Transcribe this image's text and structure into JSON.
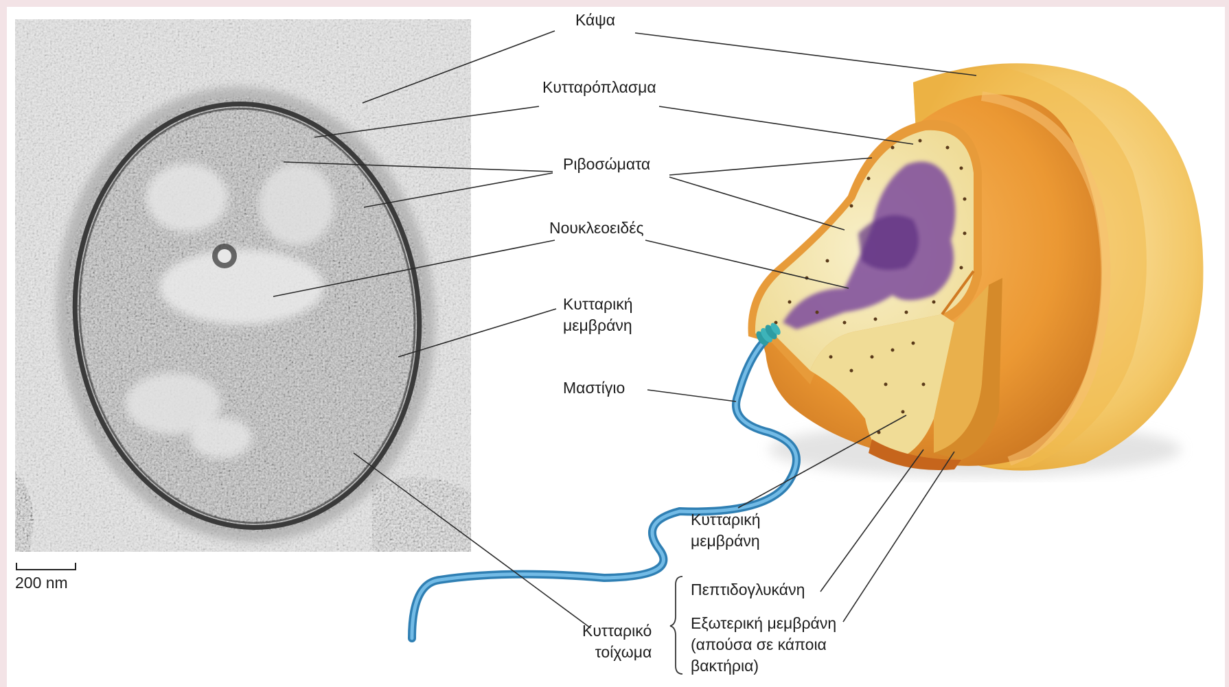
{
  "labels": {
    "capsule": "Κάψα",
    "cytoplasm": "Κυτταρόπλασμα",
    "ribosomes": "Ριβοσώματα",
    "nucleoid": "Νουκλεοειδές",
    "cell_membrane_left": [
      "Κυτταρική",
      "μεμβράνη"
    ],
    "flagellum": "Μαστίγιο",
    "cell_membrane_right": [
      "Κυτταρική",
      "μεμβράνη"
    ],
    "peptidoglycan": "Πεπτιδογλυκάνη",
    "outer_membrane": [
      "Εξωτερική μεμβράνη",
      "(απούσα σε κάποια",
      "βακτήρια)"
    ],
    "cell_wall": [
      "Κυτταρικό",
      "τοίχωμα"
    ]
  },
  "scale_bar": "200 nm",
  "colors": {
    "capsule": "#f6d07a",
    "cell_body": "#e8962f",
    "cytoplasm": "#f5e8b2",
    "nucleoid": "#7d4a9c",
    "flagellum": "#4a9fd0",
    "leader_line": "#2a2a2a"
  }
}
